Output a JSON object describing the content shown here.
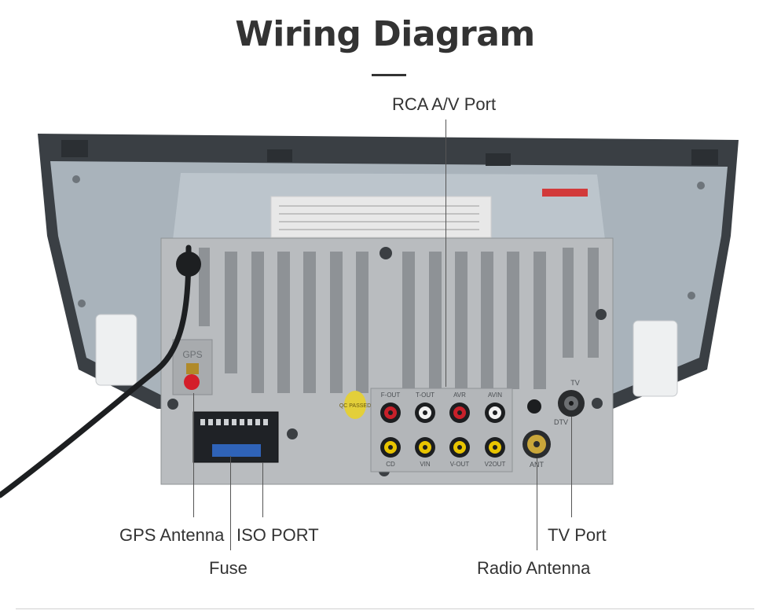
{
  "title": "Wiring Diagram",
  "callouts": {
    "rca_av_port": "RCA A/V Port",
    "gps_antenna": "GPS Antenna",
    "iso_port": "ISO PORT",
    "fuse": "Fuse",
    "tv_port": "TV Port",
    "radio_antenna": "Radio Antenna"
  },
  "device_labels": {
    "gps": "GPS",
    "rca_top": [
      "F-OUT",
      "T-OUT",
      "AVR",
      "AVIN"
    ],
    "rca_bottom": [
      "CD",
      "VIN",
      "V-OUT",
      "V2OUT"
    ],
    "ant": "ANT",
    "dtv": "DTV",
    "tv": "TV",
    "qc_sticker": "QC PASSED"
  },
  "colors": {
    "text": "#333333",
    "rca_red": "#c8202a",
    "rca_white": "#f2f2f2",
    "rca_yellow": "#e8c400",
    "chassis": "#b9bcbf",
    "back_panel": "#a9b3bb",
    "frame": "#3a3f44"
  }
}
